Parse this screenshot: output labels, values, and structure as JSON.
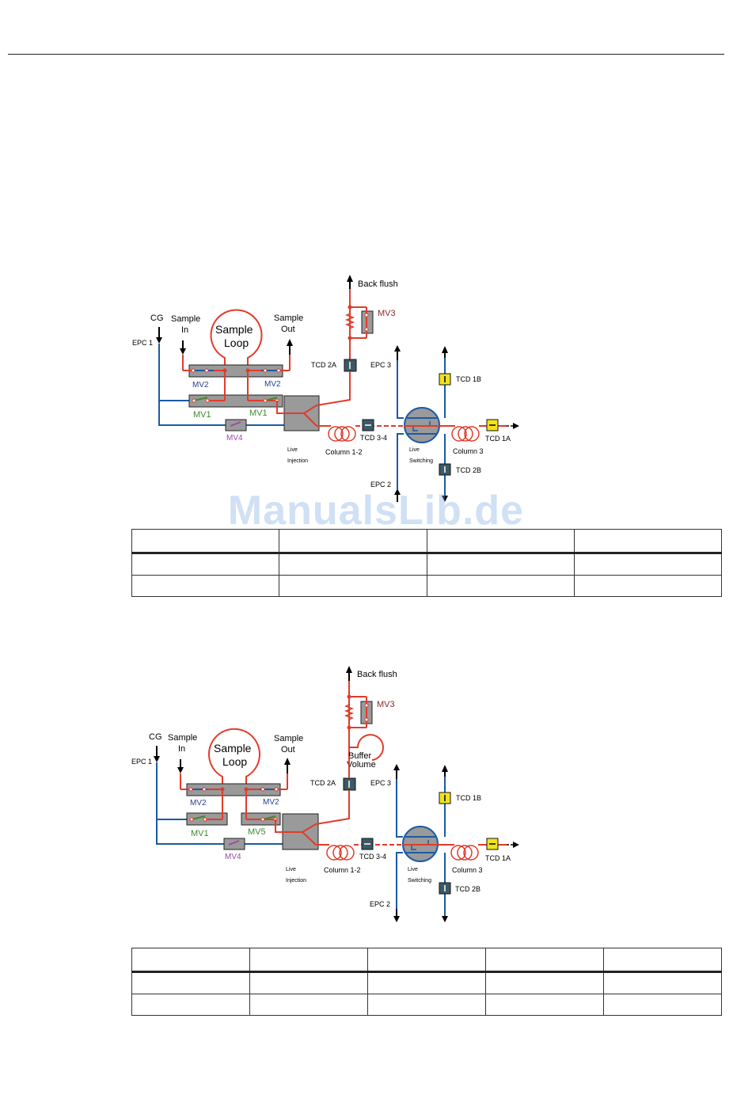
{
  "colors": {
    "gas_line": "#e23b2a",
    "carrier_line": "#1b5aa5",
    "valve_body": "#9a9a9a",
    "detector_dark": "#3b5a66",
    "detector_yellow": "#f2e21a",
    "mv1_label": "#3f8a2e",
    "mv2_label": "#2b3f8f",
    "mv3_label": "#8b2a2a",
    "mv4_label": "#9b4aa5",
    "watermark": "#78a5e1"
  },
  "diagram1": {
    "back_flush": "Back flush",
    "mv3": "MV3",
    "cg": "CG",
    "epc1": "EPC 1",
    "sample_in": [
      "Sample",
      "In"
    ],
    "sample_out": [
      "Sample",
      "Out"
    ],
    "sample_loop": [
      "Sample",
      "Loop"
    ],
    "mv2_left": "MV2",
    "mv2_right": "MV2",
    "mv1_left": "MV1",
    "mv1_right": "MV1",
    "mv4": "MV4",
    "tcd2a": "TCD 2A",
    "tcd34": "TCD 3-4",
    "live_injection": [
      "Live",
      "Injection"
    ],
    "column12": "Column 1-2",
    "epc3": "EPC 3",
    "epc2": "EPC 2",
    "tcd1b": "TCD 1B",
    "tcd1a": "TCD 1A",
    "tcd2b": "TCD 2B",
    "live_switching": [
      "Live",
      "Switching"
    ],
    "column3": "Column 3"
  },
  "diagram2": {
    "back_flush": "Back flush",
    "mv3": "MV3",
    "cg": "CG",
    "epc1": "EPC 1",
    "sample_in": [
      "Sample",
      "In"
    ],
    "sample_out": [
      "Sample",
      "Out"
    ],
    "sample_loop": [
      "Sample",
      "Loop"
    ],
    "buffer_volume": [
      "Buffer",
      "Volume"
    ],
    "mv2_left": "MV2",
    "mv2_right": "MV2",
    "mv1": "MV1",
    "mv5": "MV5",
    "mv4": "MV4",
    "tcd2a": "TCD 2A",
    "tcd34": "TCD 3-4",
    "live_injection": [
      "Live",
      "Injection"
    ],
    "column12": "Column 1-2",
    "epc3": "EPC 3",
    "epc2": "EPC 2",
    "tcd1b": "TCD 1B",
    "tcd1a": "TCD 1A",
    "tcd2b": "TCD 2B",
    "live_switching": [
      "Live",
      "Switching"
    ],
    "column3": "Column 3"
  },
  "watermark": "ManualsLib.de"
}
